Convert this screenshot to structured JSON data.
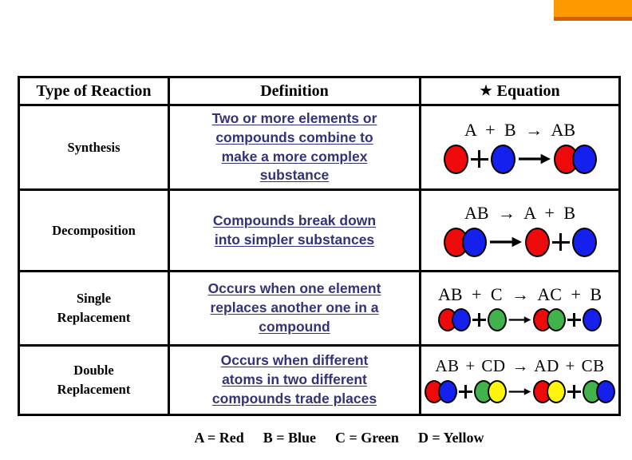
{
  "accent_bar": {
    "fill": "#FF9900",
    "edge": "#D26200"
  },
  "atom_colors": {
    "red": "#EE0A0A",
    "blue": "#1520EE",
    "green": "#42B34C",
    "yellow": "#FFF50A"
  },
  "definition_text_color": "#333377",
  "table": {
    "headers": [
      "Type of Reaction",
      "Definition",
      "Equation"
    ],
    "equation_star": "★",
    "rows": [
      {
        "type_lines": [
          "Synthesis"
        ],
        "definition_lines": [
          "Two or more elements or",
          "compounds combine to",
          "make a more complex",
          "substance"
        ],
        "equation": "A + B → AB",
        "diagram": [
          [
            "red"
          ],
          "plus",
          [
            "blue"
          ],
          "arrow",
          [
            "red",
            "blue"
          ]
        ]
      },
      {
        "type_lines": [
          "Decomposition"
        ],
        "definition_lines": [
          "Compounds break down",
          "into simpler substances"
        ],
        "equation": "AB → A + B",
        "diagram": [
          [
            "red",
            "blue"
          ],
          "arrow",
          [
            "red"
          ],
          "plus",
          [
            "blue"
          ]
        ]
      },
      {
        "type_lines": [
          "Single",
          "Replacement"
        ],
        "definition_lines": [
          "Occurs when one element",
          "replaces another one in a",
          "compound"
        ],
        "equation": "AB + C → AC + B",
        "diagram": [
          [
            "red",
            "blue"
          ],
          "plus",
          [
            "green"
          ],
          "arrow",
          [
            "red",
            "green"
          ],
          "plus",
          [
            "blue"
          ]
        ]
      },
      {
        "type_lines": [
          "Double",
          "Replacement"
        ],
        "definition_lines": [
          "Occurs when different",
          "atoms in two different",
          "compounds trade places"
        ],
        "equation": "AB + CD → AD + CB",
        "diagram": [
          [
            "red",
            "blue"
          ],
          "plus",
          [
            "green",
            "yellow"
          ],
          "arrow",
          [
            "red",
            "yellow"
          ],
          "plus",
          [
            "green",
            "blue"
          ]
        ]
      }
    ]
  },
  "legend": {
    "items": [
      "A = Red",
      "B = Blue",
      "C = Green",
      "D = Yellow"
    ]
  }
}
